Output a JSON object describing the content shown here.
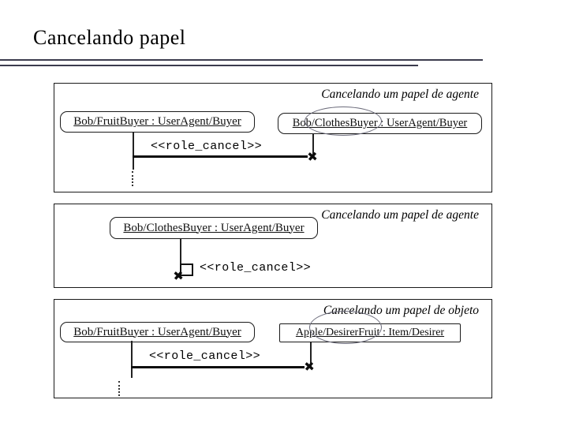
{
  "slide": {
    "title": "Cancelando papel"
  },
  "diagram": {
    "panels": [
      {
        "caption": "Cancelando um papel de agente",
        "left_object": "Bob/FruitBuyer : UserAgent/Buyer",
        "right_object": "Bob/ClothesBuyer : UserAgent/Buyer",
        "highlighted_role": "ClothesBuyer",
        "message": "<<role_cancel>>",
        "destroy_marker": "✖"
      },
      {
        "caption": "Cancelando um papel de agente",
        "object": "Bob/ClothesBuyer : UserAgent/Buyer",
        "message": "<<role_cancel>>",
        "destroy_marker": "✖"
      },
      {
        "caption": "Cancelando um papel de objeto",
        "left_object": "Bob/FruitBuyer : UserAgent/Buyer",
        "right_object": "Apple/DesirerFruit : Item/Desirer",
        "highlighted_role": "DesirerFruit",
        "message": "<<role_cancel>>",
        "destroy_marker": "✖"
      }
    ]
  },
  "colors": {
    "ink": "#111111",
    "rule": "#3b3b4d",
    "ellipse": "#6b6b7a"
  }
}
